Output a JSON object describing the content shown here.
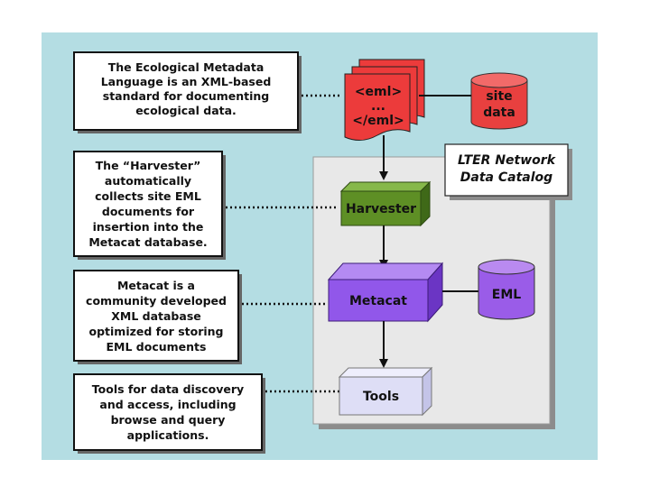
{
  "descriptions": {
    "eml": [
      "The Ecological Metadata",
      "Language is an XML-based",
      "standard for documenting",
      "ecological data."
    ],
    "harvester": [
      "The “Harvester”",
      "automatically",
      "collects site EML",
      "documents for",
      "insertion into the",
      "Metacat database."
    ],
    "metacat": [
      "Metacat is a",
      "community developed",
      "XML database",
      "optimized for storing",
      "EML documents"
    ],
    "tools": [
      "Tools for data discovery",
      "and access, including",
      "browse and query",
      "applications."
    ]
  },
  "eml_document": {
    "lines": [
      "<eml>",
      "...",
      "</eml>"
    ]
  },
  "site_data": {
    "lines": [
      "site",
      "data"
    ]
  },
  "catalog": {
    "lines": [
      "LTER Network",
      "Data Catalog"
    ]
  },
  "nodes": {
    "harvester": "Harvester",
    "metacat": "Metacat",
    "eml_db": "EML",
    "tools": "Tools"
  },
  "colors": {
    "background": "#b4dde3",
    "catalog_panel": "#e8e8e8",
    "eml_doc": "#ec3b3b",
    "site_data": "#e8403f",
    "harvester": "#5e8f25",
    "metacat": "#9157ea",
    "eml_db": "#9a5ce8",
    "tools": "#dedef6"
  }
}
